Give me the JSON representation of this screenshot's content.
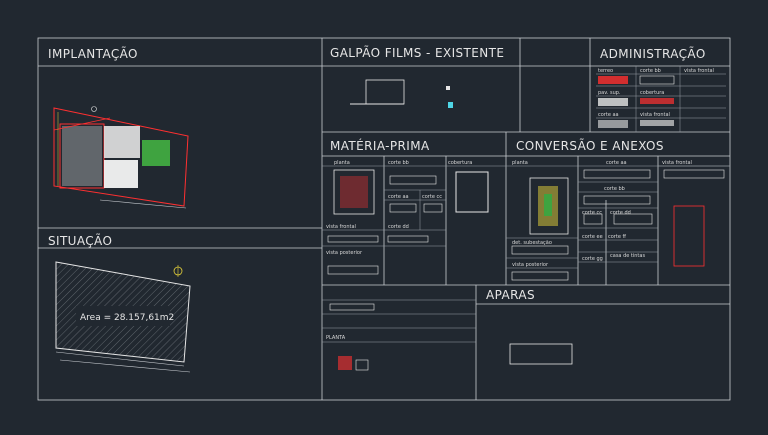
{
  "sections": {
    "implantacao": "IMPLANTAÇÃO",
    "situacao": "SITUAÇÃO",
    "galpao": "GALPÃO FILMS - EXISTENTE",
    "administracao": "ADMINISTRAÇÃO",
    "materia_prima": "MATÉRIA-PRIMA",
    "conversao": "CONVERSÃO E ANEXOS",
    "aparas": "APARAS"
  },
  "situacao_area": "Area = 28.157,61m2",
  "admin_labels": [
    "terreo",
    "corte bb",
    "vista frontal",
    "pav. sup.",
    "cobertura",
    "corte aa",
    "vista frontal"
  ],
  "mp_labels": [
    "planta",
    "corte bb",
    "cobertura",
    "corte aa",
    "corte cc",
    "corte dd",
    "vista frontal",
    "vista posterior"
  ],
  "conv_labels": [
    "planta",
    "corte aa",
    "vista frontal",
    "corte bb",
    "corte cc",
    "corte dd",
    "det. subestação",
    "corte ee",
    "corte ff",
    "vista posterior",
    "corte gg",
    "casa de tintas"
  ],
  "aparas_labels": [
    "PLANTA"
  ],
  "colors": {
    "background": "#212830",
    "lines": "#c9cdd2",
    "text": "#e6e6e6",
    "accent_red": "#ff2a2a",
    "accent_green": "#3fa340",
    "accent_cyan": "#4fd6e6",
    "accent_yellow": "#e6d23a"
  }
}
